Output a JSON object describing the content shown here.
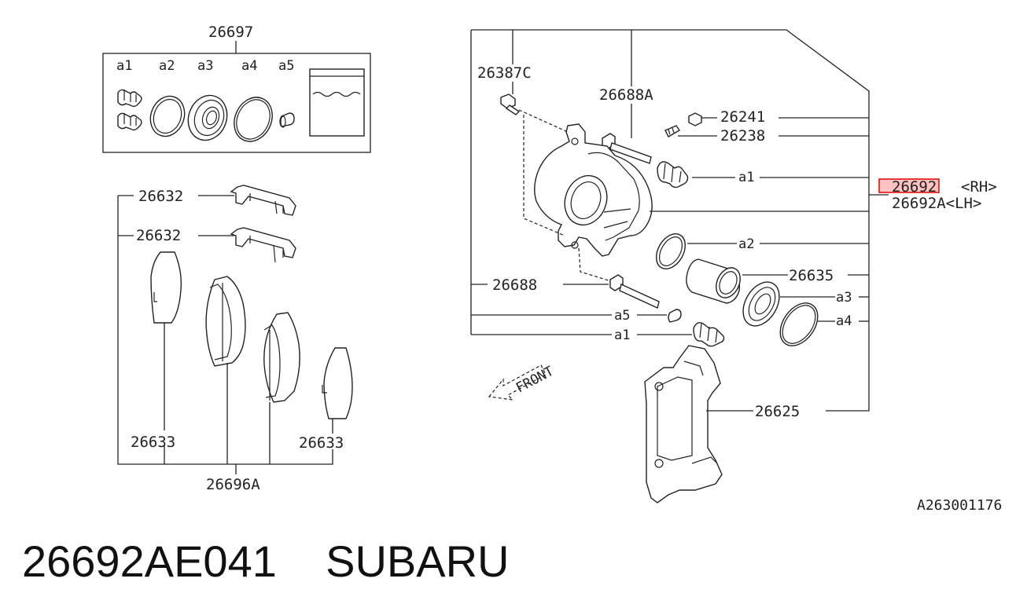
{
  "kit_box": {
    "number": "26697",
    "items": [
      "a1",
      "a2",
      "a3",
      "a4",
      "a5"
    ]
  },
  "pads_group": {
    "clip_top": "26632",
    "clip_bottom": "26632",
    "shim_left": "26633",
    "shim_right": "26633",
    "pad_set": "26696A"
  },
  "caliper_group": {
    "bolt": "26387C",
    "guide_pin_upper": "26688A",
    "bleeder_cap": "26241",
    "bleeder_screw": "26238",
    "boot_upper": "a1",
    "caliper_rh": "26692",
    "caliper_rh_suffix": "<RH>",
    "caliper_lh": "26692A<LH>",
    "seal": "a2",
    "piston": "26635",
    "piston_boot": "a3",
    "ring": "a4",
    "guide_pin_lower": "26688",
    "bushing": "a5",
    "boot_lower": "a1",
    "support": "26625",
    "front_label": "FRONT"
  },
  "diagram_ref": "A263001176",
  "footer": {
    "part_number": "26692AE041",
    "brand": "SUBARU"
  },
  "colors": {
    "highlight": "#e01010",
    "line": "#222222"
  }
}
